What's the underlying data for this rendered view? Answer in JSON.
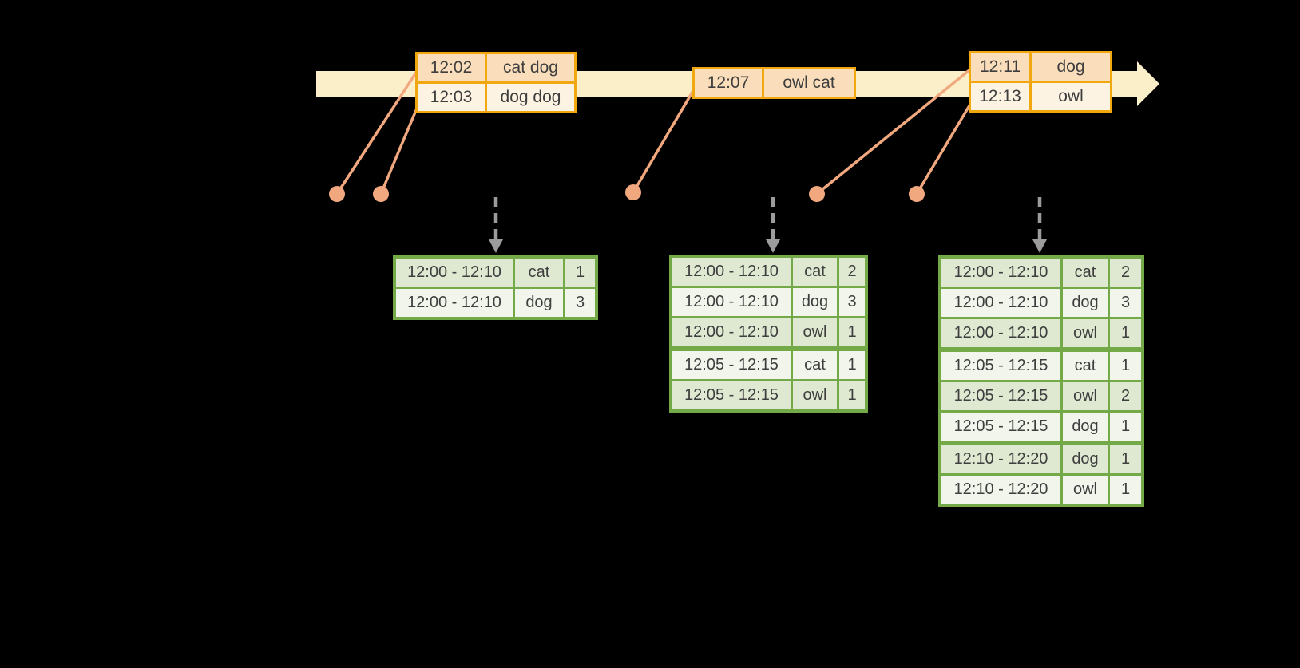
{
  "colors": {
    "background": "#000000",
    "timeline_fill": "#FBEFCA",
    "event_table_border": "#F1A70E",
    "event_row_dark": "#FADEBC",
    "event_row_light": "#FCF3E2",
    "connector": "#F1A87E",
    "trigger_arrow": "#9C9C9C",
    "result_table_border": "#73AA47",
    "result_row_dark": "#DFE9D2",
    "result_row_light": "#F2F5EC",
    "text": "#3E3E3E"
  },
  "icons": {
    "timeline_arrow": "right-arrow",
    "trigger_arrow": "dashed-down-arrow",
    "event_dot": "filled-circle"
  },
  "timeline": {
    "event_batches": [
      {
        "rows": [
          {
            "time": "12:02",
            "words": "cat dog"
          },
          {
            "time": "12:03",
            "words": "dog dog"
          }
        ]
      },
      {
        "rows": [
          {
            "time": "12:07",
            "words": "owl cat"
          }
        ]
      },
      {
        "rows": [
          {
            "time": "12:11",
            "words": "dog"
          },
          {
            "time": "12:13",
            "words": "owl"
          }
        ]
      }
    ]
  },
  "result_tables": [
    {
      "group_starts": [],
      "rows": [
        {
          "window": "12:00 - 12:10",
          "word": "cat",
          "count": "1"
        },
        {
          "window": "12:00 - 12:10",
          "word": "dog",
          "count": "3"
        }
      ]
    },
    {
      "group_starts": [
        3
      ],
      "rows": [
        {
          "window": "12:00 - 12:10",
          "word": "cat",
          "count": "2"
        },
        {
          "window": "12:00 - 12:10",
          "word": "dog",
          "count": "3"
        },
        {
          "window": "12:00 - 12:10",
          "word": "owl",
          "count": "1"
        },
        {
          "window": "12:05 - 12:15",
          "word": "cat",
          "count": "1"
        },
        {
          "window": "12:05 - 12:15",
          "word": "owl",
          "count": "1"
        }
      ]
    },
    {
      "group_starts": [
        3,
        6
      ],
      "rows": [
        {
          "window": "12:00 - 12:10",
          "word": "cat",
          "count": "2"
        },
        {
          "window": "12:00 - 12:10",
          "word": "dog",
          "count": "3"
        },
        {
          "window": "12:00 - 12:10",
          "word": "owl",
          "count": "1"
        },
        {
          "window": "12:05 - 12:15",
          "word": "cat",
          "count": "1"
        },
        {
          "window": "12:05 - 12:15",
          "word": "owl",
          "count": "2"
        },
        {
          "window": "12:05 - 12:15",
          "word": "dog",
          "count": "1"
        },
        {
          "window": "12:10 - 12:20",
          "word": "dog",
          "count": "1"
        },
        {
          "window": "12:10 - 12:20",
          "word": "owl",
          "count": "1"
        }
      ]
    }
  ]
}
